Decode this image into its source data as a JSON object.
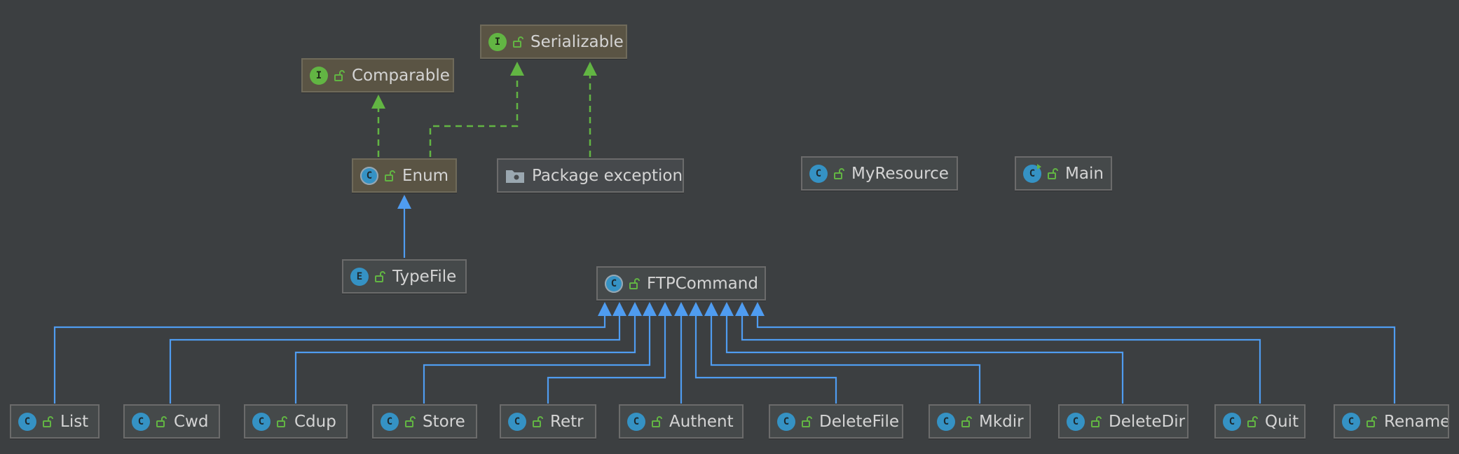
{
  "diagram": {
    "nodes": [
      {
        "id": "serializable",
        "label": "Serializable",
        "kind": "I",
        "icon": "interface-icon"
      },
      {
        "id": "comparable",
        "label": "Comparable",
        "kind": "I",
        "icon": "interface-icon"
      },
      {
        "id": "enum",
        "label": "Enum",
        "kind": "C",
        "icon": "abstract-class-icon"
      },
      {
        "id": "package_exception",
        "label": "Package exception",
        "kind": "P",
        "icon": "package-folder-icon"
      },
      {
        "id": "typefile",
        "label": "TypeFile",
        "kind": "E",
        "icon": "enum-icon"
      },
      {
        "id": "myresource",
        "label": "MyResource",
        "kind": "C",
        "icon": "class-icon"
      },
      {
        "id": "main",
        "label": "Main",
        "kind": "C",
        "icon": "main-class-icon"
      },
      {
        "id": "ftpcommand",
        "label": "FTPCommand",
        "kind": "C",
        "icon": "abstract-class-icon"
      },
      {
        "id": "list",
        "label": "List",
        "kind": "C",
        "icon": "class-icon"
      },
      {
        "id": "cwd",
        "label": "Cwd",
        "kind": "C",
        "icon": "class-icon"
      },
      {
        "id": "cdup",
        "label": "Cdup",
        "kind": "C",
        "icon": "class-icon"
      },
      {
        "id": "store",
        "label": "Store",
        "kind": "C",
        "icon": "class-icon"
      },
      {
        "id": "retr",
        "label": "Retr",
        "kind": "C",
        "icon": "class-icon"
      },
      {
        "id": "authent",
        "label": "Authent",
        "kind": "C",
        "icon": "class-icon"
      },
      {
        "id": "deletefile",
        "label": "DeleteFile",
        "kind": "C",
        "icon": "class-icon"
      },
      {
        "id": "mkdir",
        "label": "Mkdir",
        "kind": "C",
        "icon": "class-icon"
      },
      {
        "id": "deletedir",
        "label": "DeleteDir",
        "kind": "C",
        "icon": "class-icon"
      },
      {
        "id": "quit",
        "label": "Quit",
        "kind": "C",
        "icon": "class-icon"
      },
      {
        "id": "rename",
        "label": "Rename",
        "kind": "C",
        "icon": "class-icon"
      }
    ],
    "edges": [
      {
        "from": "enum",
        "to": "comparable",
        "type": "implements"
      },
      {
        "from": "enum",
        "to": "serializable",
        "type": "implements"
      },
      {
        "from": "package_exception",
        "to": "serializable",
        "type": "implements"
      },
      {
        "from": "typefile",
        "to": "enum",
        "type": "extends"
      },
      {
        "from": "list",
        "to": "ftpcommand",
        "type": "extends"
      },
      {
        "from": "cwd",
        "to": "ftpcommand",
        "type": "extends"
      },
      {
        "from": "cdup",
        "to": "ftpcommand",
        "type": "extends"
      },
      {
        "from": "store",
        "to": "ftpcommand",
        "type": "extends"
      },
      {
        "from": "retr",
        "to": "ftpcommand",
        "type": "extends"
      },
      {
        "from": "authent",
        "to": "ftpcommand",
        "type": "extends"
      },
      {
        "from": "deletefile",
        "to": "ftpcommand",
        "type": "extends"
      },
      {
        "from": "mkdir",
        "to": "ftpcommand",
        "type": "extends"
      },
      {
        "from": "deletedir",
        "to": "ftpcommand",
        "type": "extends"
      },
      {
        "from": "quit",
        "to": "ftpcommand",
        "type": "extends"
      },
      {
        "from": "rename",
        "to": "ftpcommand",
        "type": "extends"
      }
    ]
  },
  "colors": {
    "background": "#3c3f41",
    "implements_edge": "#62b543",
    "extends_edge": "#4f9cf0",
    "library_node": "#5a5444",
    "project_node": "#45494a"
  }
}
